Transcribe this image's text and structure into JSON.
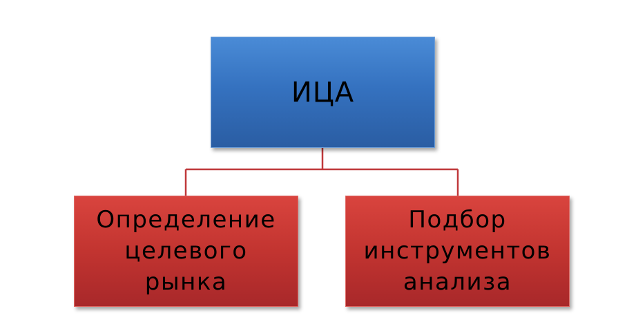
{
  "diagram": {
    "root": {
      "label": "ИЦА"
    },
    "children": [
      {
        "label": "Определение\nцелевого\nрынка"
      },
      {
        "label": "Подбор\nинструментов\nанализа"
      }
    ]
  },
  "colors": {
    "root_fill": "#3572c0",
    "child_fill": "#c23430",
    "connector": "#c0393b"
  }
}
